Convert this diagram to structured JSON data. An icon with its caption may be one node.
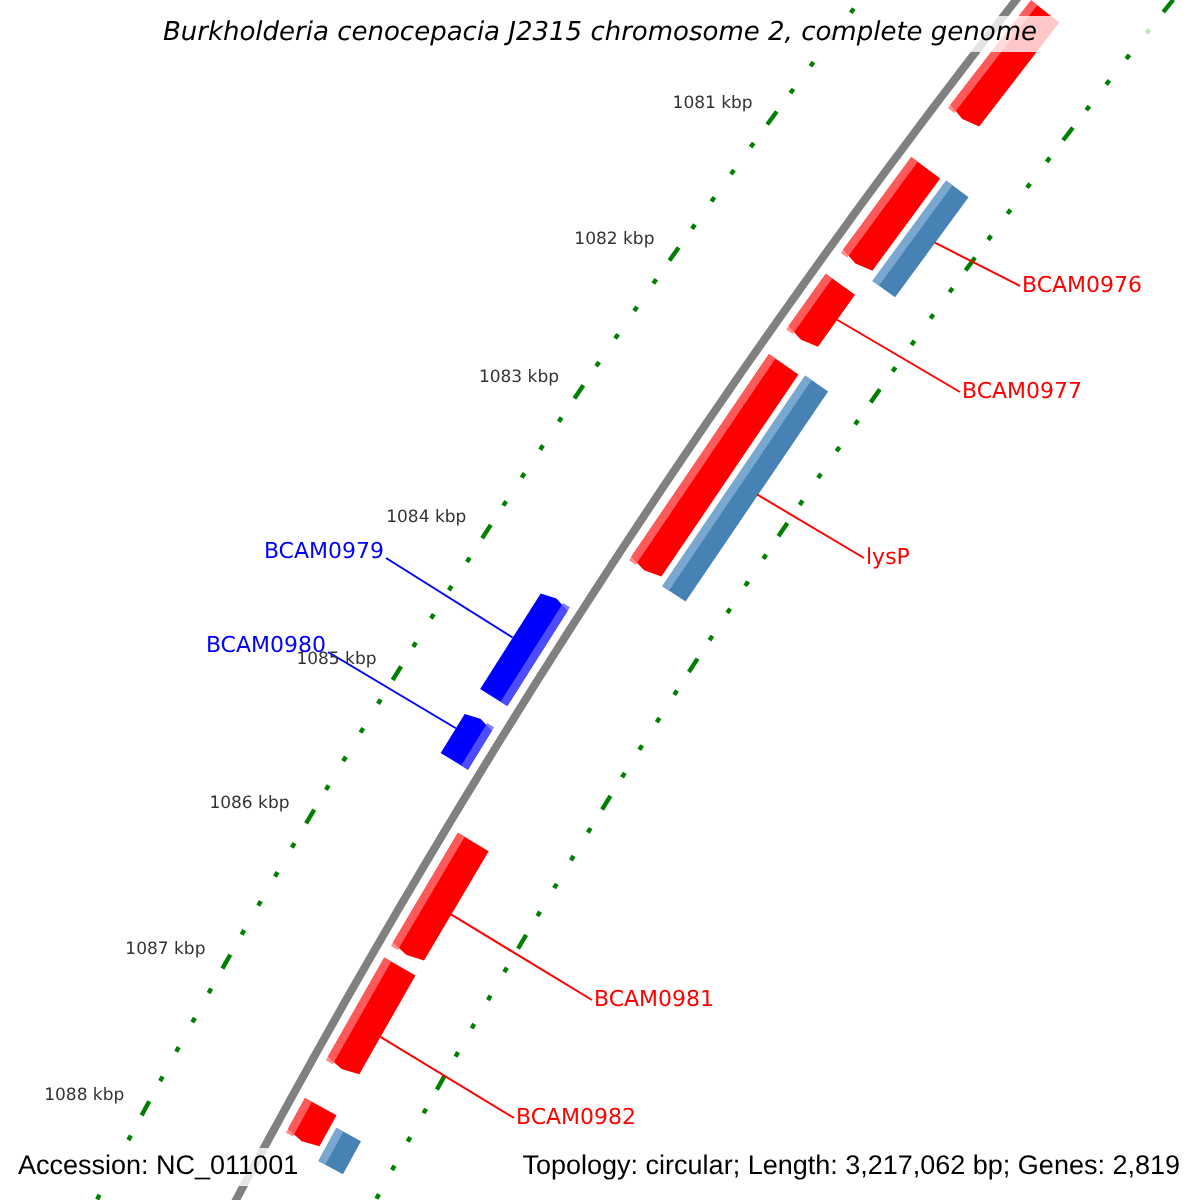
{
  "diagram": {
    "title": "Burkholderia cenocepacia J2315 chromosome 2, complete genome",
    "nodes": [
      {
        "text": [],
        "shape": "bar"
      },
      {
        "text": [],
        "shape": "bar"
      },
      {
        "text": [],
        "shape": "bar"
      },
      {
        "text": [],
        "shape": "bar"
      },
      {
        "text": [],
        "shape": "bar"
      },
      {
        "text": [],
        "shape": "bar"
      },
      {
        "text": [],
        "shape": "bar"
      },
      {
        "text": [],
        "shape": "bar"
      },
      {
        "text": [],
        "shape": "bar"
      },
      {
        "text": [],
        "shape": "bar"
      },
      {
        "text": [],
        "shape": "bar"
      },
      {
        "text": [],
        "shape": "bar"
      },
      {
        "text": [
          "BCAM0976"
        ]
      },
      {
        "text": [
          "BCAM0977"
        ]
      },
      {
        "text": [
          "lysP"
        ]
      },
      {
        "text": [
          "BCAM0979"
        ]
      },
      {
        "text": [
          "BCAM0980"
        ]
      },
      {
        "text": [
          "BCAM0981"
        ]
      },
      {
        "text": [
          "BCAM0982"
        ]
      }
    ],
    "edges": [
      {
        "from": 12,
        "to": 2,
        "arrow": "none"
      },
      {
        "from": 13,
        "to": 3,
        "arrow": "none"
      },
      {
        "from": 14,
        "to": 5,
        "arrow": "none"
      },
      {
        "from": 15,
        "to": 6,
        "arrow": "none",
        "color": "#0000ff"
      },
      {
        "from": 16,
        "to": 7,
        "arrow": "none",
        "color": "#0000ff"
      },
      {
        "from": 17,
        "to": 8,
        "arrow": "none"
      },
      {
        "from": 18,
        "to": 9,
        "arrow": "none"
      }
    ],
    "labels": [
      "1081 kbp",
      "1082 kbp",
      "1083 kbp",
      "1084 kbp",
      "1085 kbp",
      "1086 kbp",
      "1087 kbp",
      "1088 kbp",
      "Accession: NC_011001",
      "Topology: circular; Length: 3,217,062 bp; Genes: 2,819"
    ]
  }
}
